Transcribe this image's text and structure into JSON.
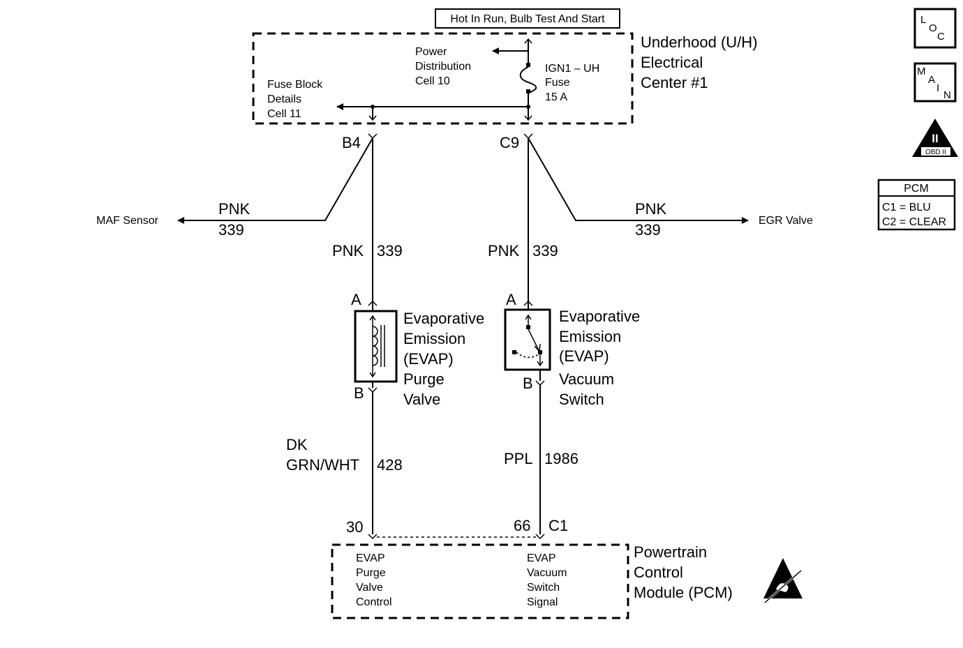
{
  "power_label": "Hot In Run, Bulb Test And Start",
  "uh_center": {
    "lines": [
      "Underhood (U/H)",
      "Electrical",
      "Center #1"
    ]
  },
  "power_dist": {
    "lines": [
      "Power",
      "Distribution",
      "Cell 10"
    ]
  },
  "fuse_block": {
    "lines": [
      "Fuse Block",
      "Details",
      "Cell 11"
    ]
  },
  "fuse": {
    "lines": [
      "IGN1 – UH",
      "Fuse",
      "15 A"
    ]
  },
  "connectors": {
    "b4": "B4",
    "c9": "C9",
    "a1": "A",
    "a2": "A",
    "b1": "B",
    "b2": "B",
    "p30": "30",
    "p66": "66",
    "c1": "C1"
  },
  "wires": {
    "maf": {
      "color": "PNK",
      "circuit": "339",
      "dest": "MAF Sensor"
    },
    "egr": {
      "color": "PNK",
      "circuit": "339",
      "dest": "EGR Valve"
    },
    "left_vert": {
      "color": "PNK",
      "circuit": "339"
    },
    "right_vert": {
      "color": "PNK",
      "circuit": "339"
    },
    "purge_to_pcm": {
      "color_lines": [
        "DK",
        "GRN/WHT"
      ],
      "circuit": "428"
    },
    "switch_to_pcm": {
      "color": "PPL",
      "circuit": "1986"
    }
  },
  "purge_valve": {
    "lines": [
      "Evaporative",
      "Emission",
      "(EVAP)",
      "Purge",
      "Valve"
    ]
  },
  "vacuum_switch": {
    "lines": [
      "Evaporative",
      "Emission",
      "(EVAP)",
      "Vacuum",
      "Switch"
    ]
  },
  "pcm": {
    "lines": [
      "Powertrain",
      "Control",
      "Module (PCM)"
    ],
    "left_label": [
      "EVAP",
      "Purge",
      "Valve",
      "Control"
    ],
    "right_label": [
      "EVAP",
      "Vacuum",
      "Switch",
      "Signal"
    ]
  },
  "legend": {
    "title": "PCM",
    "rows": [
      "C1 = BLU",
      "C2 = CLEAR"
    ]
  },
  "icons": {
    "loc_letters": [
      "L",
      "O",
      "C"
    ],
    "main_letters": [
      "M",
      "A",
      "I",
      "N"
    ],
    "obd_numeral": "II",
    "obd_text": "OBD II"
  }
}
